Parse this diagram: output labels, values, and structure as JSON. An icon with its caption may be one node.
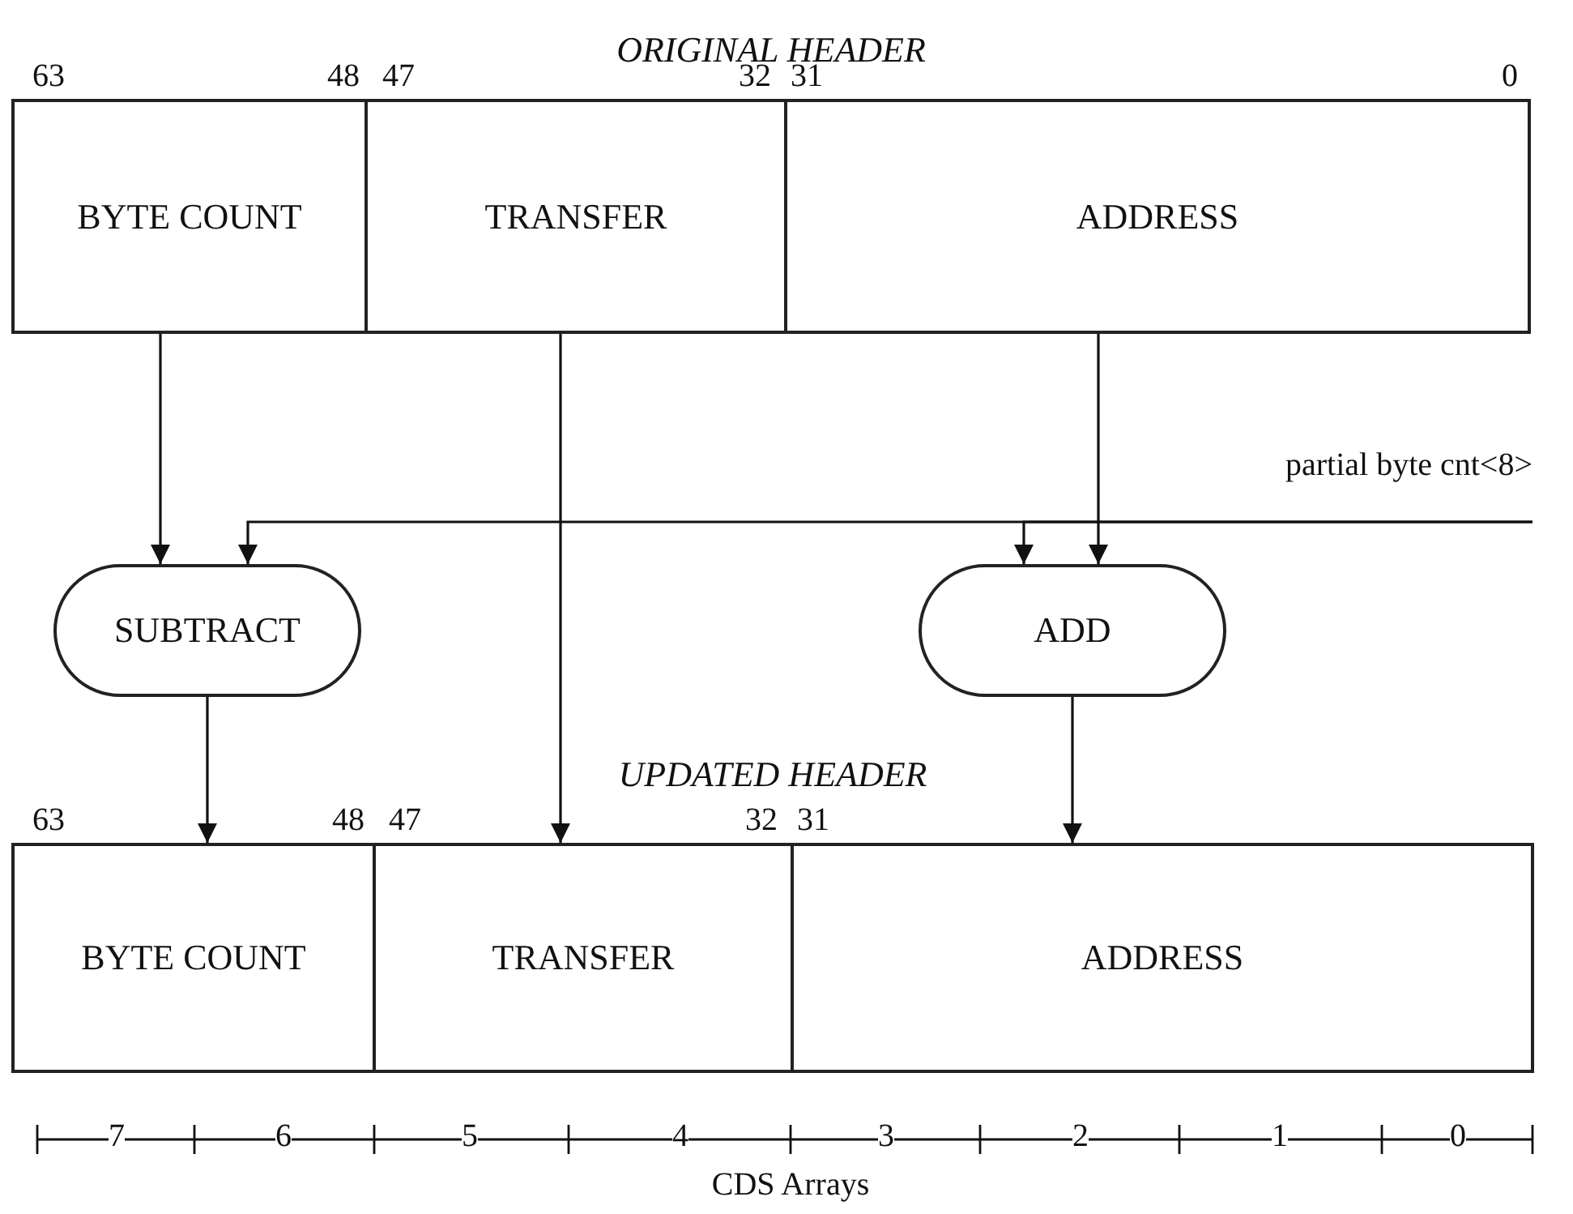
{
  "diagram": {
    "nodes": [
      {
        "text": [
          "ORIGINAL HEADER"
        ]
      },
      {
        "text": [
          "BYTE COUNT"
        ],
        "in": 0
      },
      {
        "text": [
          "TRANSFER"
        ],
        "in": 0
      },
      {
        "text": [
          "ADDRESS"
        ],
        "in": 0
      },
      {
        "text": [
          "partial byte cnt<8>"
        ]
      },
      {
        "text": [
          "SUBTRACT"
        ]
      },
      {
        "text": [
          "ADD"
        ]
      },
      {
        "text": [
          "UPDATED HEADER"
        ]
      },
      {
        "text": [
          "BYTE COUNT"
        ],
        "in": 7
      },
      {
        "text": [
          "TRANSFER"
        ],
        "in": 7
      },
      {
        "text": [
          "ADDRESS"
        ],
        "in": 7
      }
    ],
    "edges": [
      {
        "from": 1,
        "to": 5,
        "arrow": "to"
      },
      {
        "from": 4,
        "to": 5,
        "arrow": "to"
      },
      {
        "from": 4,
        "to": 6,
        "arrow": "to"
      },
      {
        "from": 3,
        "to": 6,
        "arrow": "to"
      },
      {
        "from": 2,
        "to": 9,
        "arrow": "to"
      },
      {
        "from": 5,
        "to": 8,
        "arrow": "to"
      },
      {
        "from": 6,
        "to": 10,
        "arrow": "to"
      }
    ],
    "labels": [
      "63",
      "48",
      "47",
      "32",
      "31",
      "0",
      "63",
      "48",
      "47",
      "32",
      "31",
      "7",
      "6",
      "5",
      "4",
      "3",
      "2",
      "1",
      "0",
      "CDS Arrays"
    ]
  }
}
